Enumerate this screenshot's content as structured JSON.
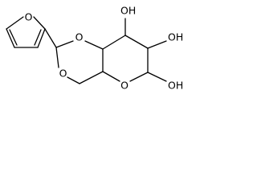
{
  "diagram": {
    "atoms": {
      "furan_o": "O",
      "ring_o1": "O",
      "ring_o2": "O",
      "ring_o3": "O",
      "oh1": "OH",
      "oh2": "OH",
      "oh3": "OH"
    },
    "colors": {
      "bond": "#000000",
      "text": "#000000",
      "background": "#ffffff"
    }
  }
}
